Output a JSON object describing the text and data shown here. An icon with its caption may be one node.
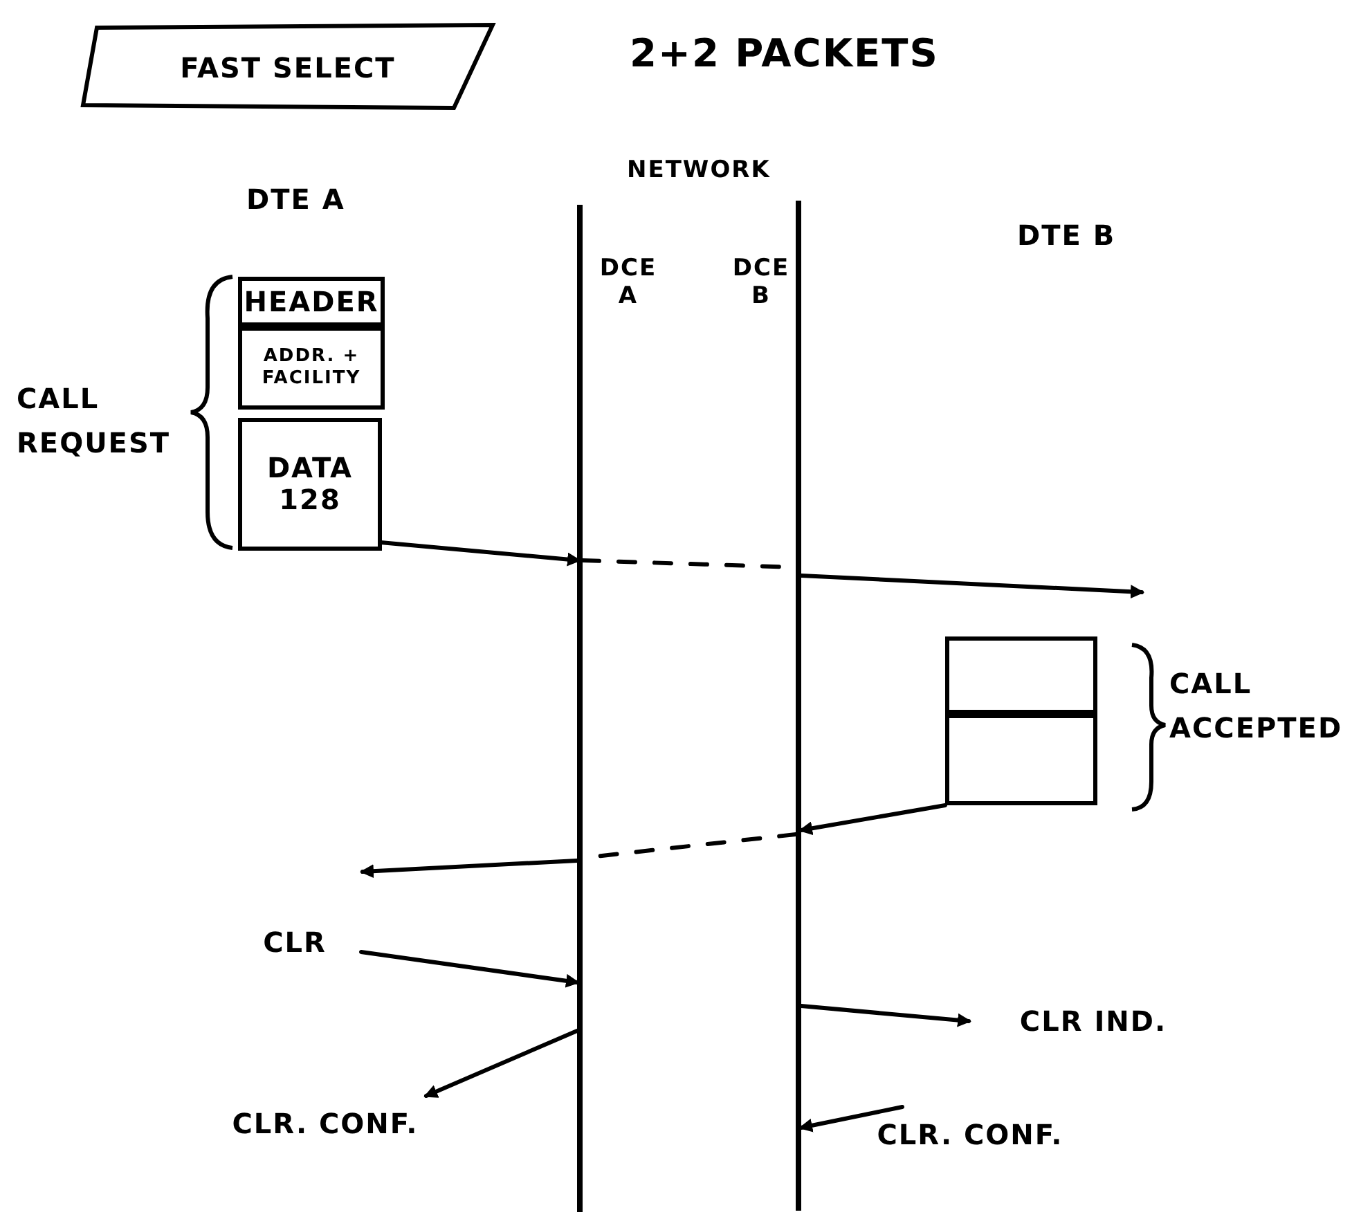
{
  "diagram": {
    "nodes": [
      {
        "text": [
          "FAST SELECT"
        ]
      },
      {
        "text": [],
        "shape": "bar",
        "beside": [
          "DCE A"
        ]
      },
      {
        "text": [],
        "shape": "bar",
        "beside": [
          "DCE B"
        ]
      },
      {
        "text": [
          "HEADER"
        ]
      },
      {
        "text": [
          "ADDR. + FACILITY"
        ]
      },
      {
        "text": [
          "DATA 128"
        ]
      },
      {
        "text": [],
        "shape": "box"
      },
      {
        "text": [],
        "shape": "box"
      },
      {
        "text": [
          "CLR"
        ]
      },
      {
        "text": [
          "CLR. CONF."
        ]
      },
      {
        "text": [
          "CLR IND."
        ]
      },
      {
        "text": [
          "CLR. CONF."
        ]
      }
    ],
    "edges": [
      {
        "from": 5,
        "to": 1,
        "arrow": "to"
      },
      {
        "from": 1,
        "to": 2,
        "arrow": "none",
        "style": "dashed"
      },
      {
        "from": 2,
        "to": null,
        "arrow": "to"
      },
      {
        "from": 7,
        "to": 2,
        "arrow": "to"
      },
      {
        "from": 2,
        "to": 1,
        "arrow": "none",
        "style": "dashed"
      },
      {
        "from": 1,
        "to": null,
        "arrow": "to"
      },
      {
        "from": 8,
        "to": 1,
        "arrow": "to"
      },
      {
        "from": 1,
        "to": 9,
        "arrow": "to"
      },
      {
        "from": 2,
        "to": 10,
        "arrow": "to"
      },
      {
        "from": 11,
        "to": 2,
        "arrow": "to"
      }
    ],
    "labels": [
      "2+2 PACKETS",
      "DTE A",
      "NETWORK",
      "DTE B",
      "CALL REQUEST",
      "CALL ACCEPTED"
    ]
  }
}
